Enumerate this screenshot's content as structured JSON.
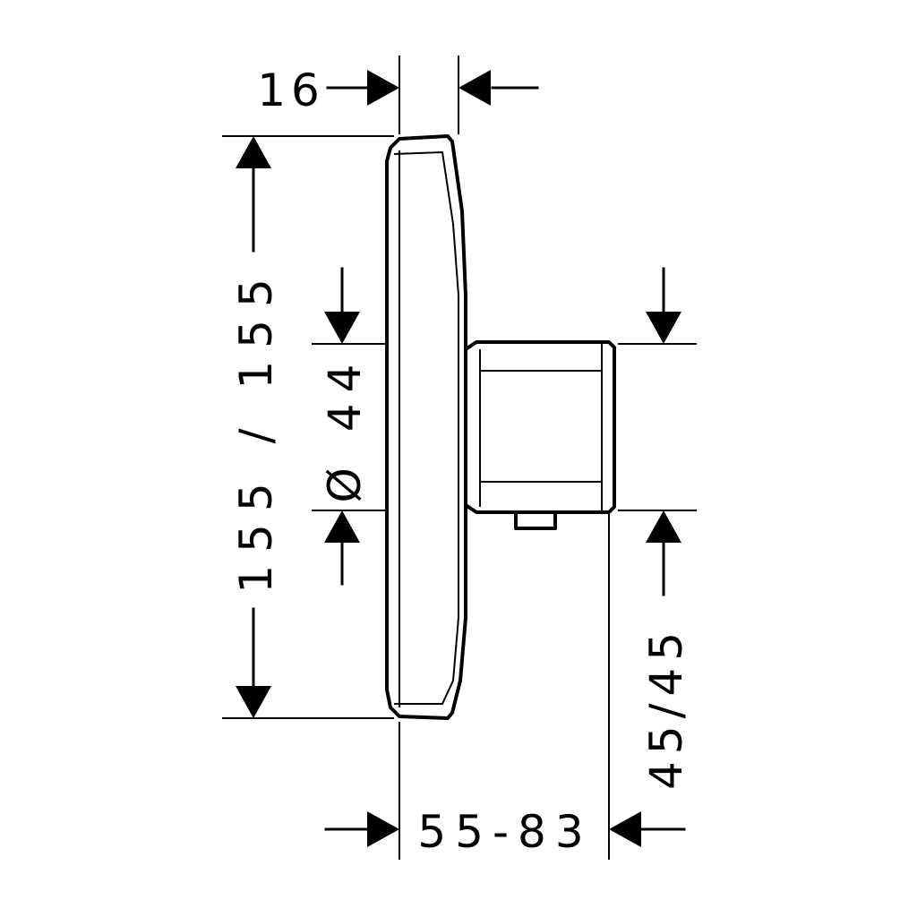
{
  "dimensions": {
    "depth_top": "16",
    "height": "155 / 155",
    "diameter": "Ø 44",
    "offset": "45/45",
    "depth_range": "55-83"
  },
  "colors": {
    "line": "#000000",
    "background": "#ffffff"
  }
}
